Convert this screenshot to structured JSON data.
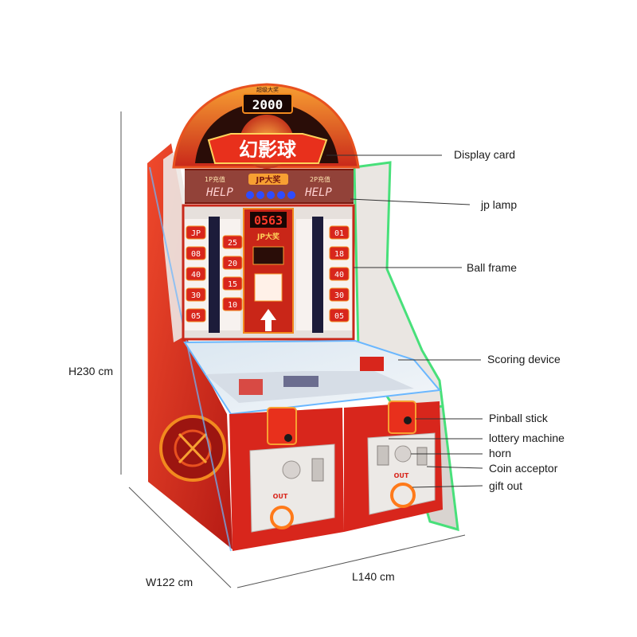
{
  "machine": {
    "jackpot_title": "超级大奖",
    "jackpot_value": "2000",
    "game_logo": "幻影球",
    "help_left": "HELP",
    "help_right": "HELP",
    "player_left": "1P充值",
    "player_right": "2P充值",
    "jp_banner": "JP大奖",
    "center_counter": "0563",
    "center_jp": "JP大奖",
    "score_left": [
      "JP",
      "08",
      "40",
      "30",
      "05"
    ],
    "score_left_inner": [
      "25",
      "20",
      "15",
      "10"
    ],
    "score_right": [
      "01",
      "18",
      "40",
      "30",
      "05"
    ],
    "out_left": "OUT",
    "out_right": "OUT"
  },
  "callouts": [
    {
      "key": "display_card",
      "text": "Display card"
    },
    {
      "key": "jp_lamp",
      "text": "jp lamp"
    },
    {
      "key": "ball_frame",
      "text": "Ball frame"
    },
    {
      "key": "scoring_device",
      "text": "Scoring device"
    },
    {
      "key": "pinball_stick",
      "text": "Pinball stick"
    },
    {
      "key": "lottery_machine",
      "text": "lottery machine"
    },
    {
      "key": "horn",
      "text": "horn"
    },
    {
      "key": "coin_acceptor",
      "text": "Coin acceptor"
    },
    {
      "key": "gift_out",
      "text": "gift out"
    }
  ],
  "dimensions": {
    "height": "H230 cm",
    "width": "W122 cm",
    "length": "L140 cm"
  },
  "colors": {
    "cabinet_red": "#d8261c",
    "panel_white": "#ece9e6",
    "trim_orange": "#f28a1f",
    "display_dark": "#2a0d08",
    "led_red": "#ff3b2a",
    "neon_green": "#48e07a",
    "neon_blue": "#6ab7ff",
    "lamp_blue": "#2f4cff",
    "guide_line": "#333333"
  }
}
